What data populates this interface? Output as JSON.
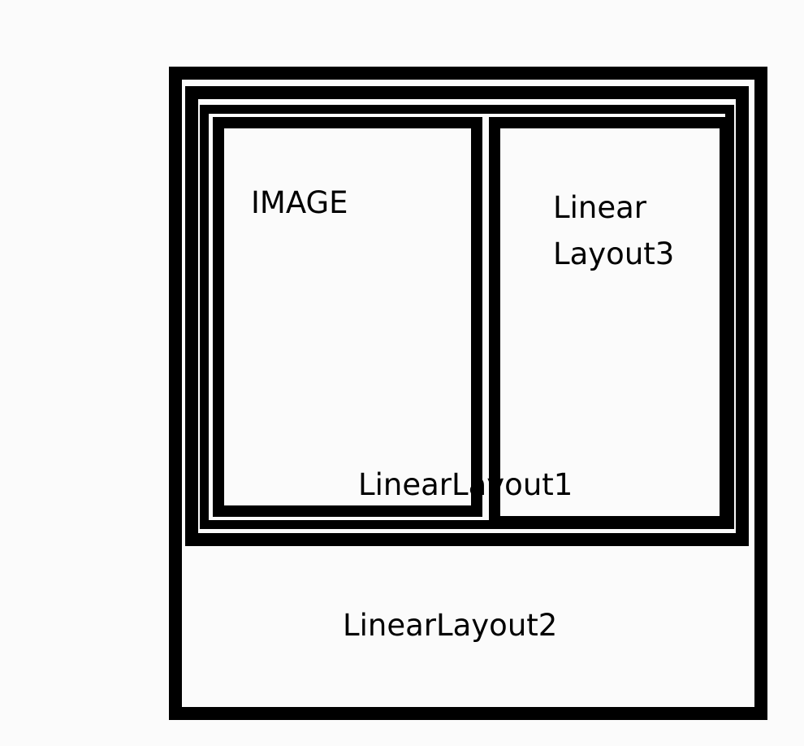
{
  "diagram": {
    "linear_layout_1_label": "LinearLayout1",
    "linear_layout_2_label": "LinearLayout2",
    "image_label": "IMAGE",
    "linear_layout_3_line1": "Linear",
    "linear_layout_3_line2": "Layout3"
  }
}
